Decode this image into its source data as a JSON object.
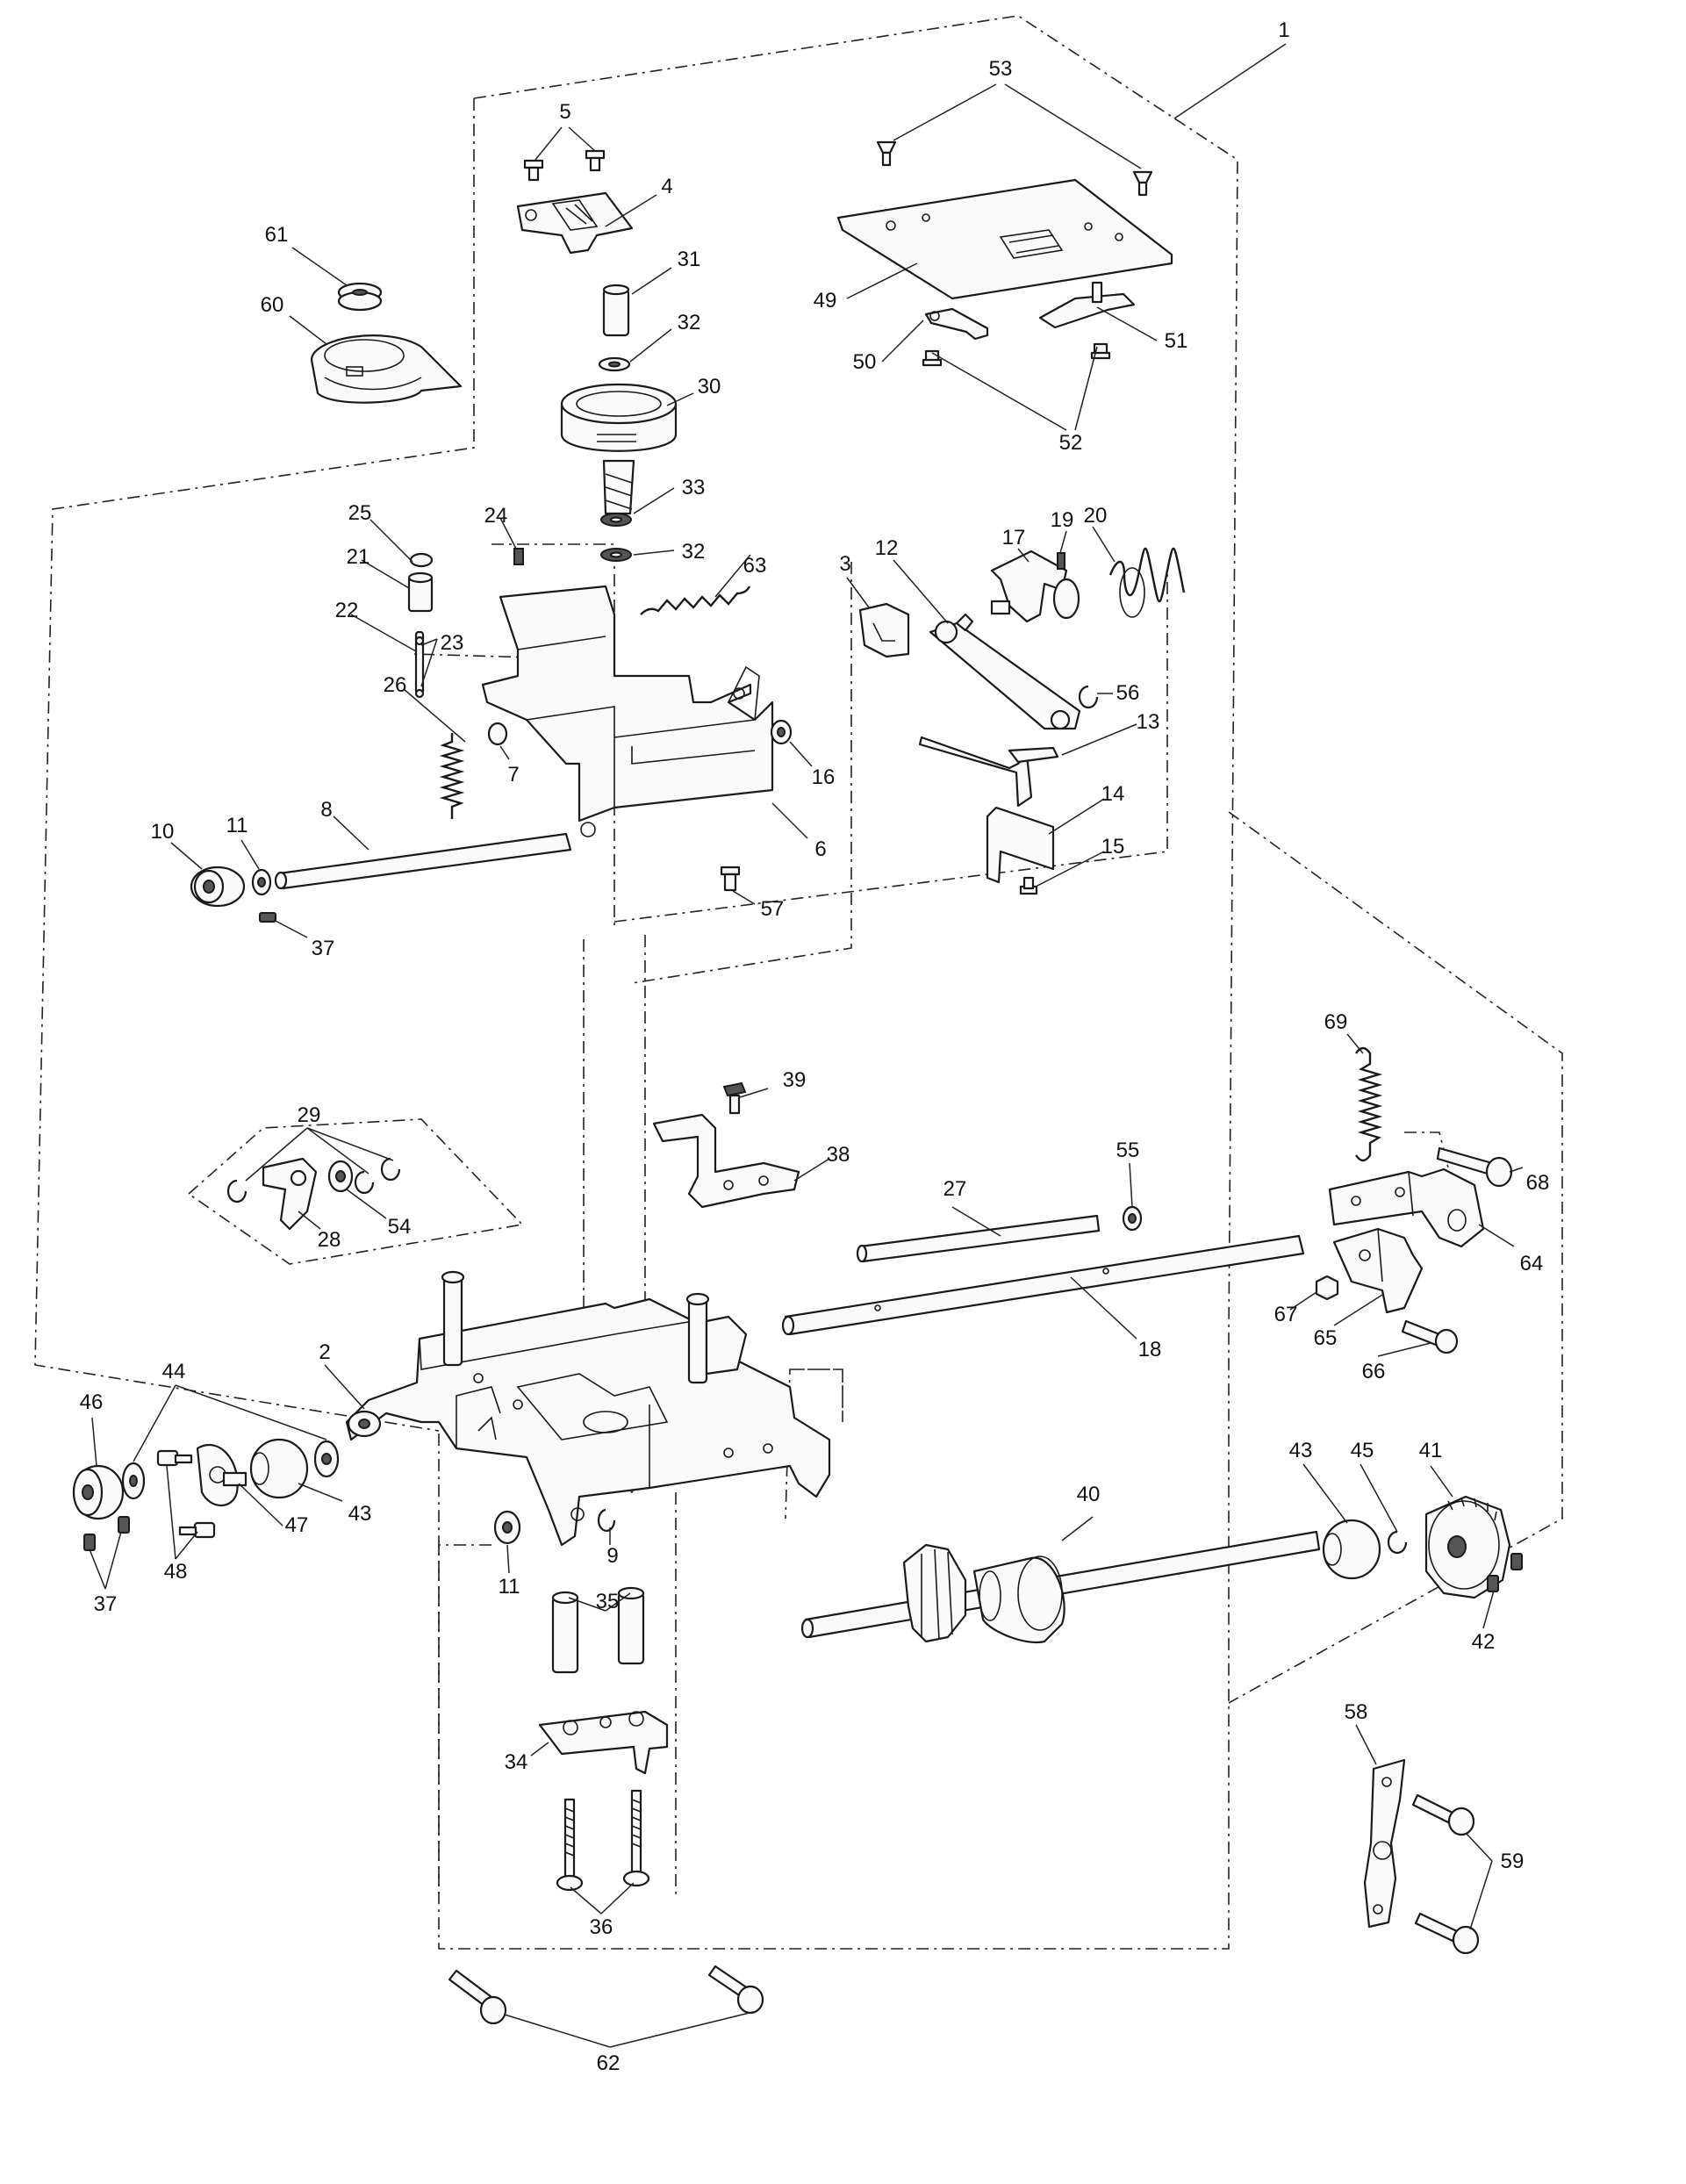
{
  "part_labels": [
    "1",
    "2",
    "3",
    "4",
    "5",
    "6",
    "7",
    "8",
    "9",
    "10",
    "11",
    "11",
    "12",
    "13",
    "14",
    "15",
    "16",
    "17",
    "18",
    "19",
    "20",
    "21",
    "22",
    "23",
    "24",
    "25",
    "26",
    "27",
    "28",
    "29",
    "30",
    "31",
    "32",
    "32",
    "33",
    "34",
    "35",
    "36",
    "37",
    "37",
    "38",
    "39",
    "40",
    "41",
    "42",
    "43",
    "43",
    "44",
    "45",
    "46",
    "47",
    "48",
    "49",
    "50",
    "51",
    "52",
    "53",
    "54",
    "55",
    "56",
    "57",
    "58",
    "59",
    "60",
    "61",
    "62",
    "63",
    "64",
    "65",
    "66",
    "67",
    "68",
    "69"
  ]
}
